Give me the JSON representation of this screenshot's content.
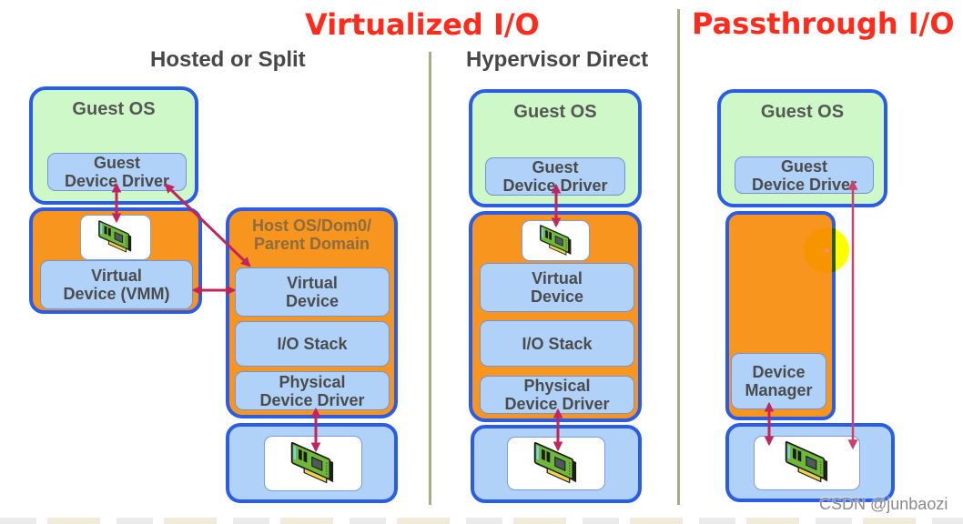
{
  "titles": {
    "virtualized": "Virtualized I/O",
    "passthrough": "Passthrough I/O"
  },
  "sections": {
    "hosted_split": {
      "heading": "Hosted or Split",
      "guest_os": {
        "label": "Guest OS",
        "driver": "Guest\nDevice Driver"
      },
      "vmm": {
        "virtual_device": "Virtual\nDevice (VMM)"
      },
      "host": {
        "label": "Host OS/Dom0/\nParent Domain",
        "virtual_device": "Virtual\nDevice",
        "io_stack": "I/O Stack",
        "physical_driver": "Physical\nDevice Driver"
      }
    },
    "hypervisor_direct": {
      "heading": "Hypervisor Direct",
      "guest_os": {
        "label": "Guest OS",
        "driver": "Guest\nDevice Driver"
      },
      "hypervisor": {
        "virtual_device": "Virtual\nDevice",
        "io_stack": "I/O Stack",
        "physical_driver": "Physical\nDevice Driver"
      }
    },
    "passthrough": {
      "guest_os": {
        "label": "Guest OS",
        "driver": "Guest\nDevice Driver"
      },
      "hypervisor": {
        "device_manager": "Device\nManager"
      }
    }
  },
  "hardware_icon": "network-interface-card-icon",
  "connections": [
    {
      "section": "hosted_split",
      "from": "guest-device-driver",
      "to": "virtual-nic",
      "bidirectional": true
    },
    {
      "section": "hosted_split",
      "from": "guest-device-driver",
      "to": "host-virtual-device",
      "bidirectional": true
    },
    {
      "section": "hosted_split",
      "from": "vmm-virtual-device",
      "to": "host-virtual-device",
      "bidirectional": true
    },
    {
      "section": "hosted_split",
      "from": "host-physical-device-driver",
      "to": "physical-nic",
      "bidirectional": true
    },
    {
      "section": "hypervisor_direct",
      "from": "guest-device-driver",
      "to": "virtual-nic",
      "bidirectional": true
    },
    {
      "section": "hypervisor_direct",
      "from": "physical-device-driver",
      "to": "physical-nic",
      "bidirectional": true
    },
    {
      "section": "passthrough",
      "from": "device-manager",
      "to": "physical-nic",
      "bidirectional": true
    },
    {
      "section": "passthrough",
      "from": "guest-device-driver",
      "to": "physical-nic",
      "bidirectional": true
    }
  ],
  "watermark": "CSDN @junbaozi",
  "palette": {
    "title_red": "#ff2b1c",
    "border_blue": "#2a5ce8",
    "guest_green": "#cff8c8",
    "hypervisor_orange": "#f7951f",
    "layer_blue": "#b0d2f8",
    "arrow_crimson": "#c2255c"
  }
}
